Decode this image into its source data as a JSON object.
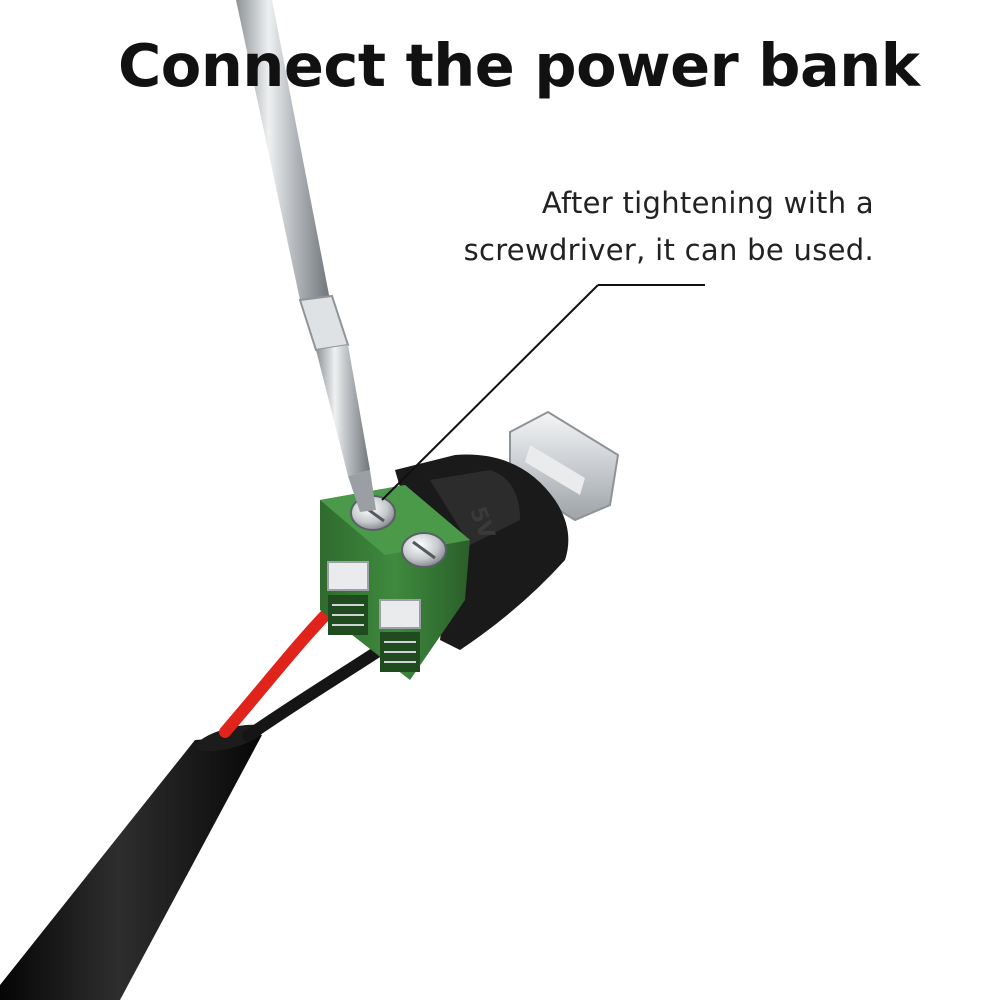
{
  "title": "Connect the power bank",
  "callout": {
    "line1": "After tightening with a",
    "line2": "screwdriver, it can be used."
  },
  "connector_label": "5V",
  "colors": {
    "terminal_block": "#3c7a3a",
    "cable": "#111111",
    "wire_positive": "#e0241b",
    "wire_negative": "#151515",
    "usb_c_metal": "#d9dde0"
  }
}
